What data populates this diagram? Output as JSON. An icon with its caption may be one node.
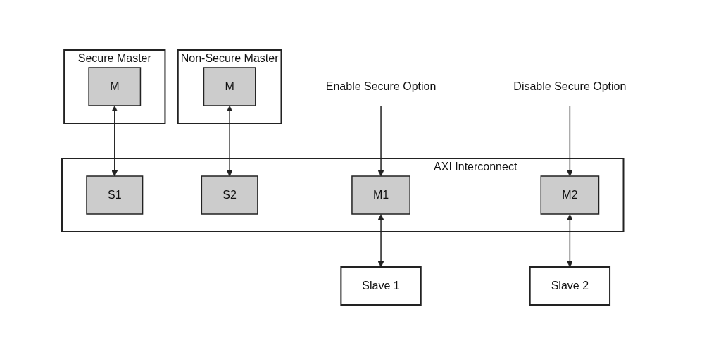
{
  "diagram": {
    "nodes": [
      {
        "text": [
          "Secure Master"
        ]
      },
      {
        "text": [
          "M"
        ],
        "in": 0
      },
      {
        "text": [
          "Non-Secure Master"
        ]
      },
      {
        "text": [
          "M"
        ],
        "in": 2
      },
      {
        "text": [
          "AXI Interconnect"
        ]
      },
      {
        "text": [
          "S1"
        ],
        "in": 4
      },
      {
        "text": [
          "S2"
        ],
        "in": 4
      },
      {
        "text": [
          "M1"
        ],
        "in": 4
      },
      {
        "text": [
          "M2"
        ],
        "in": 4
      },
      {
        "text": [
          "Slave 1"
        ]
      },
      {
        "text": [
          "Slave 2"
        ]
      },
      {
        "text": [
          "Enable Secure Option"
        ]
      },
      {
        "text": [
          "Disable Secure Option"
        ]
      }
    ],
    "edges": [
      {
        "from": 1,
        "to": 5,
        "arrow": "both"
      },
      {
        "from": 3,
        "to": 6,
        "arrow": "both"
      },
      {
        "from": 7,
        "to": 9,
        "arrow": "both"
      },
      {
        "from": 8,
        "to": 10,
        "arrow": "both"
      },
      {
        "from": 11,
        "to": 7,
        "arrow": "to"
      },
      {
        "from": 12,
        "to": 8,
        "arrow": "to"
      }
    ]
  }
}
